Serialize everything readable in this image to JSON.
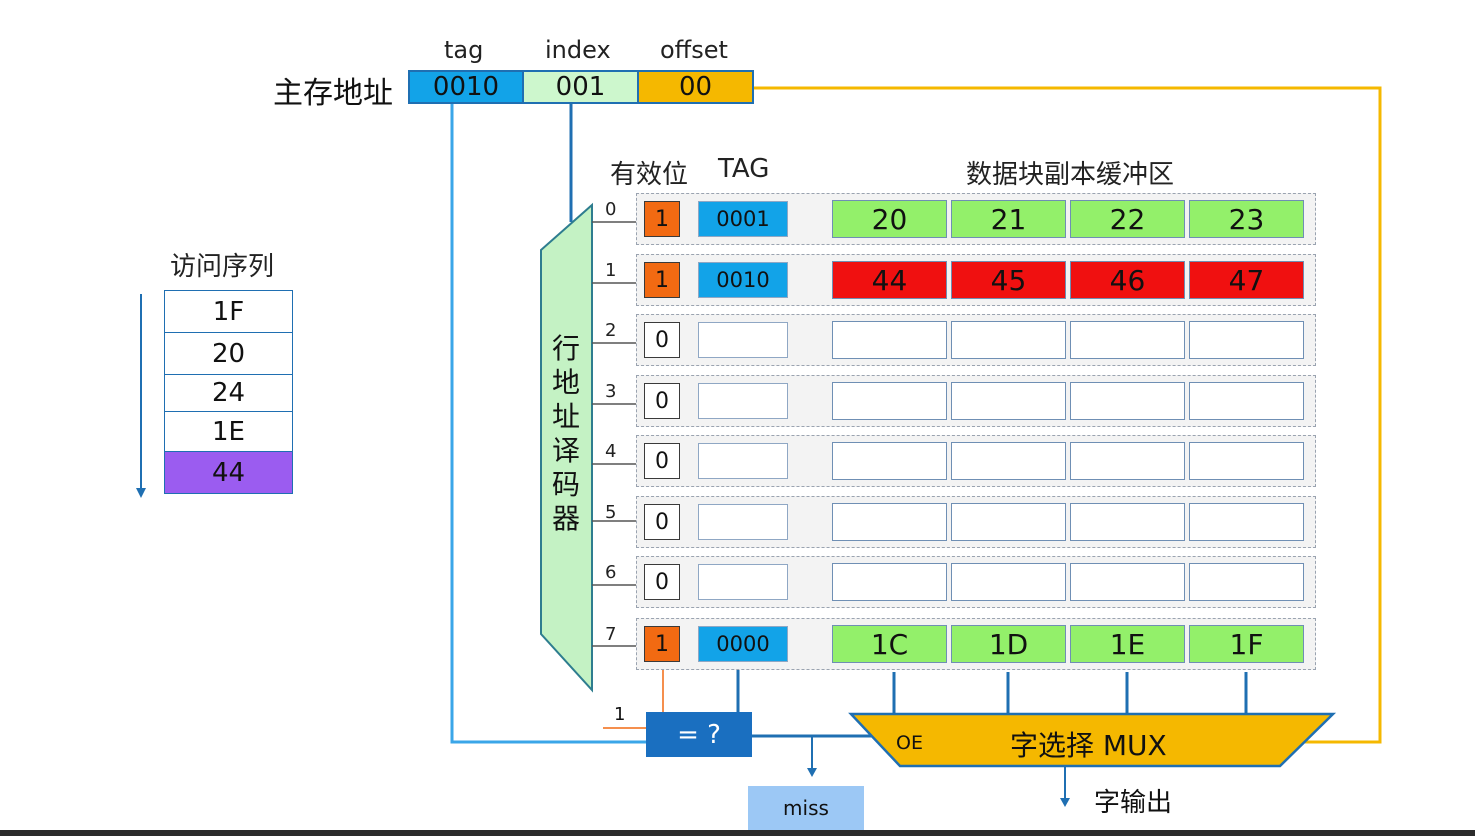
{
  "address": {
    "label": "主存地址",
    "field_names": {
      "tag": "tag",
      "index": "index",
      "offset": "offset"
    },
    "values": {
      "tag": "0010",
      "index": "001",
      "offset": "00"
    }
  },
  "sequence": {
    "title": "访问序列",
    "items": [
      "1F",
      "20",
      "24",
      "1E",
      "44"
    ]
  },
  "headers": {
    "valid": "有效位",
    "tag": "TAG",
    "data": "数据块副本缓冲区"
  },
  "decoder_label": [
    "行",
    "地",
    "址",
    "译",
    "码",
    "器"
  ],
  "rows": [
    {
      "num": "0",
      "valid": "1",
      "tag": "0001",
      "blocks": [
        "20",
        "21",
        "22",
        "23"
      ]
    },
    {
      "num": "1",
      "valid": "1",
      "tag": "0010",
      "blocks": [
        "44",
        "45",
        "46",
        "47"
      ]
    },
    {
      "num": "2",
      "valid": "0",
      "tag": "",
      "blocks": [
        "",
        "",
        "",
        ""
      ]
    },
    {
      "num": "3",
      "valid": "0",
      "tag": "",
      "blocks": [
        "",
        "",
        "",
        ""
      ]
    },
    {
      "num": "4",
      "valid": "0",
      "tag": "",
      "blocks": [
        "",
        "",
        "",
        ""
      ]
    },
    {
      "num": "5",
      "valid": "0",
      "tag": "",
      "blocks": [
        "",
        "",
        "",
        ""
      ]
    },
    {
      "num": "6",
      "valid": "0",
      "tag": "",
      "blocks": [
        "",
        "",
        "",
        ""
      ]
    },
    {
      "num": "7",
      "valid": "1",
      "tag": "0000",
      "blocks": [
        "1C",
        "1D",
        "1E",
        "1F"
      ]
    }
  ],
  "comparator": {
    "label": "= ?",
    "input_value": "1"
  },
  "mux": {
    "label": "字选择 MUX",
    "oe": "OE"
  },
  "outputs": {
    "miss": "miss",
    "word_out": "字输出"
  },
  "colors": {
    "tag_blue": "#12a3e8",
    "index_green": "#cdf7cd",
    "offset_orange": "#f5b800",
    "valid_orange": "#f26a12",
    "block_green": "#93f06a",
    "block_red": "#f01010",
    "sequence_highlight": "#9b5cf0",
    "comparator_blue": "#1a6fc0",
    "miss_blue": "#9cc8f5",
    "decoder_fill": "#c4f2c4"
  }
}
